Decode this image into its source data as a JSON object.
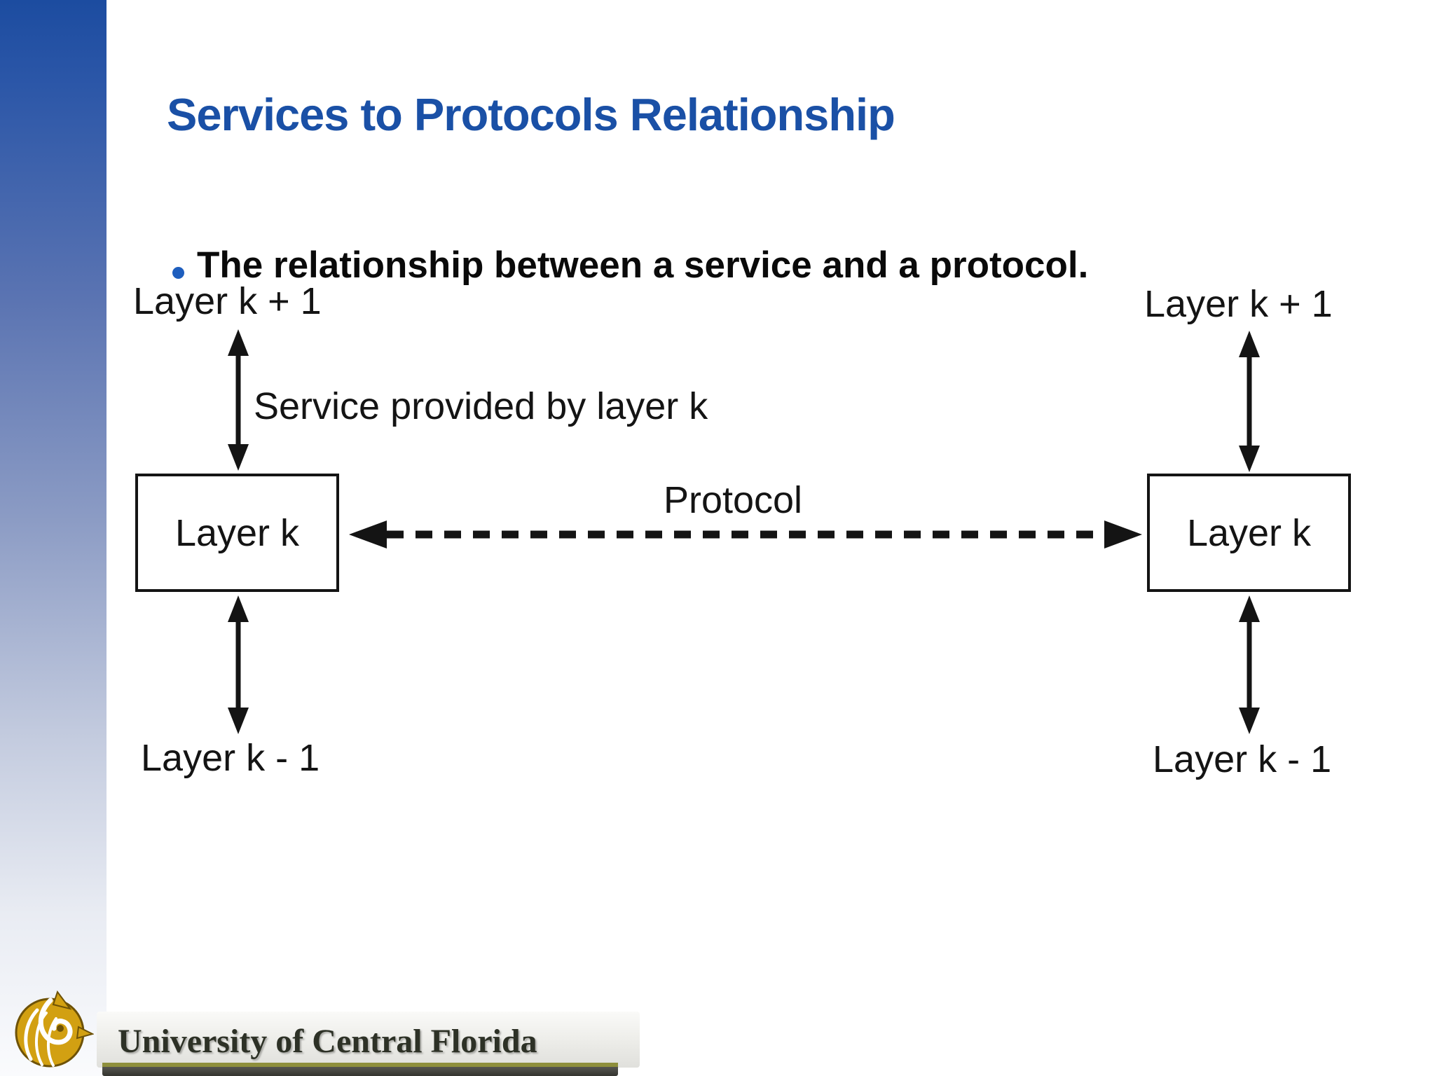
{
  "slide": {
    "title": "Services to Protocols Relationship",
    "bullet_text": "The relationship between a service and a protocol."
  },
  "diagram": {
    "left_stack": {
      "upper_label": "Layer k + 1",
      "box_label": "Layer k",
      "lower_label": "Layer k - 1"
    },
    "right_stack": {
      "upper_label": "Layer k + 1",
      "box_label": "Layer k",
      "lower_label": "Layer k - 1"
    },
    "service_arrow_label": "Service provided by layer k",
    "protocol_arrow_label": "Protocol"
  },
  "footer": {
    "university_name": "University of Central Florida",
    "logo": "ucf-pegasus-logo"
  },
  "colors": {
    "title_blue": "#1A50A6",
    "bullet_dot_blue": "#1E5EBE",
    "sidebar_top_blue": "#1C4CA0",
    "diagram_ink": "#141414",
    "logo_gold": "#D2A012",
    "footer_line_olive": "#8E8F3C",
    "footer_text_dark": "#2D3126"
  }
}
